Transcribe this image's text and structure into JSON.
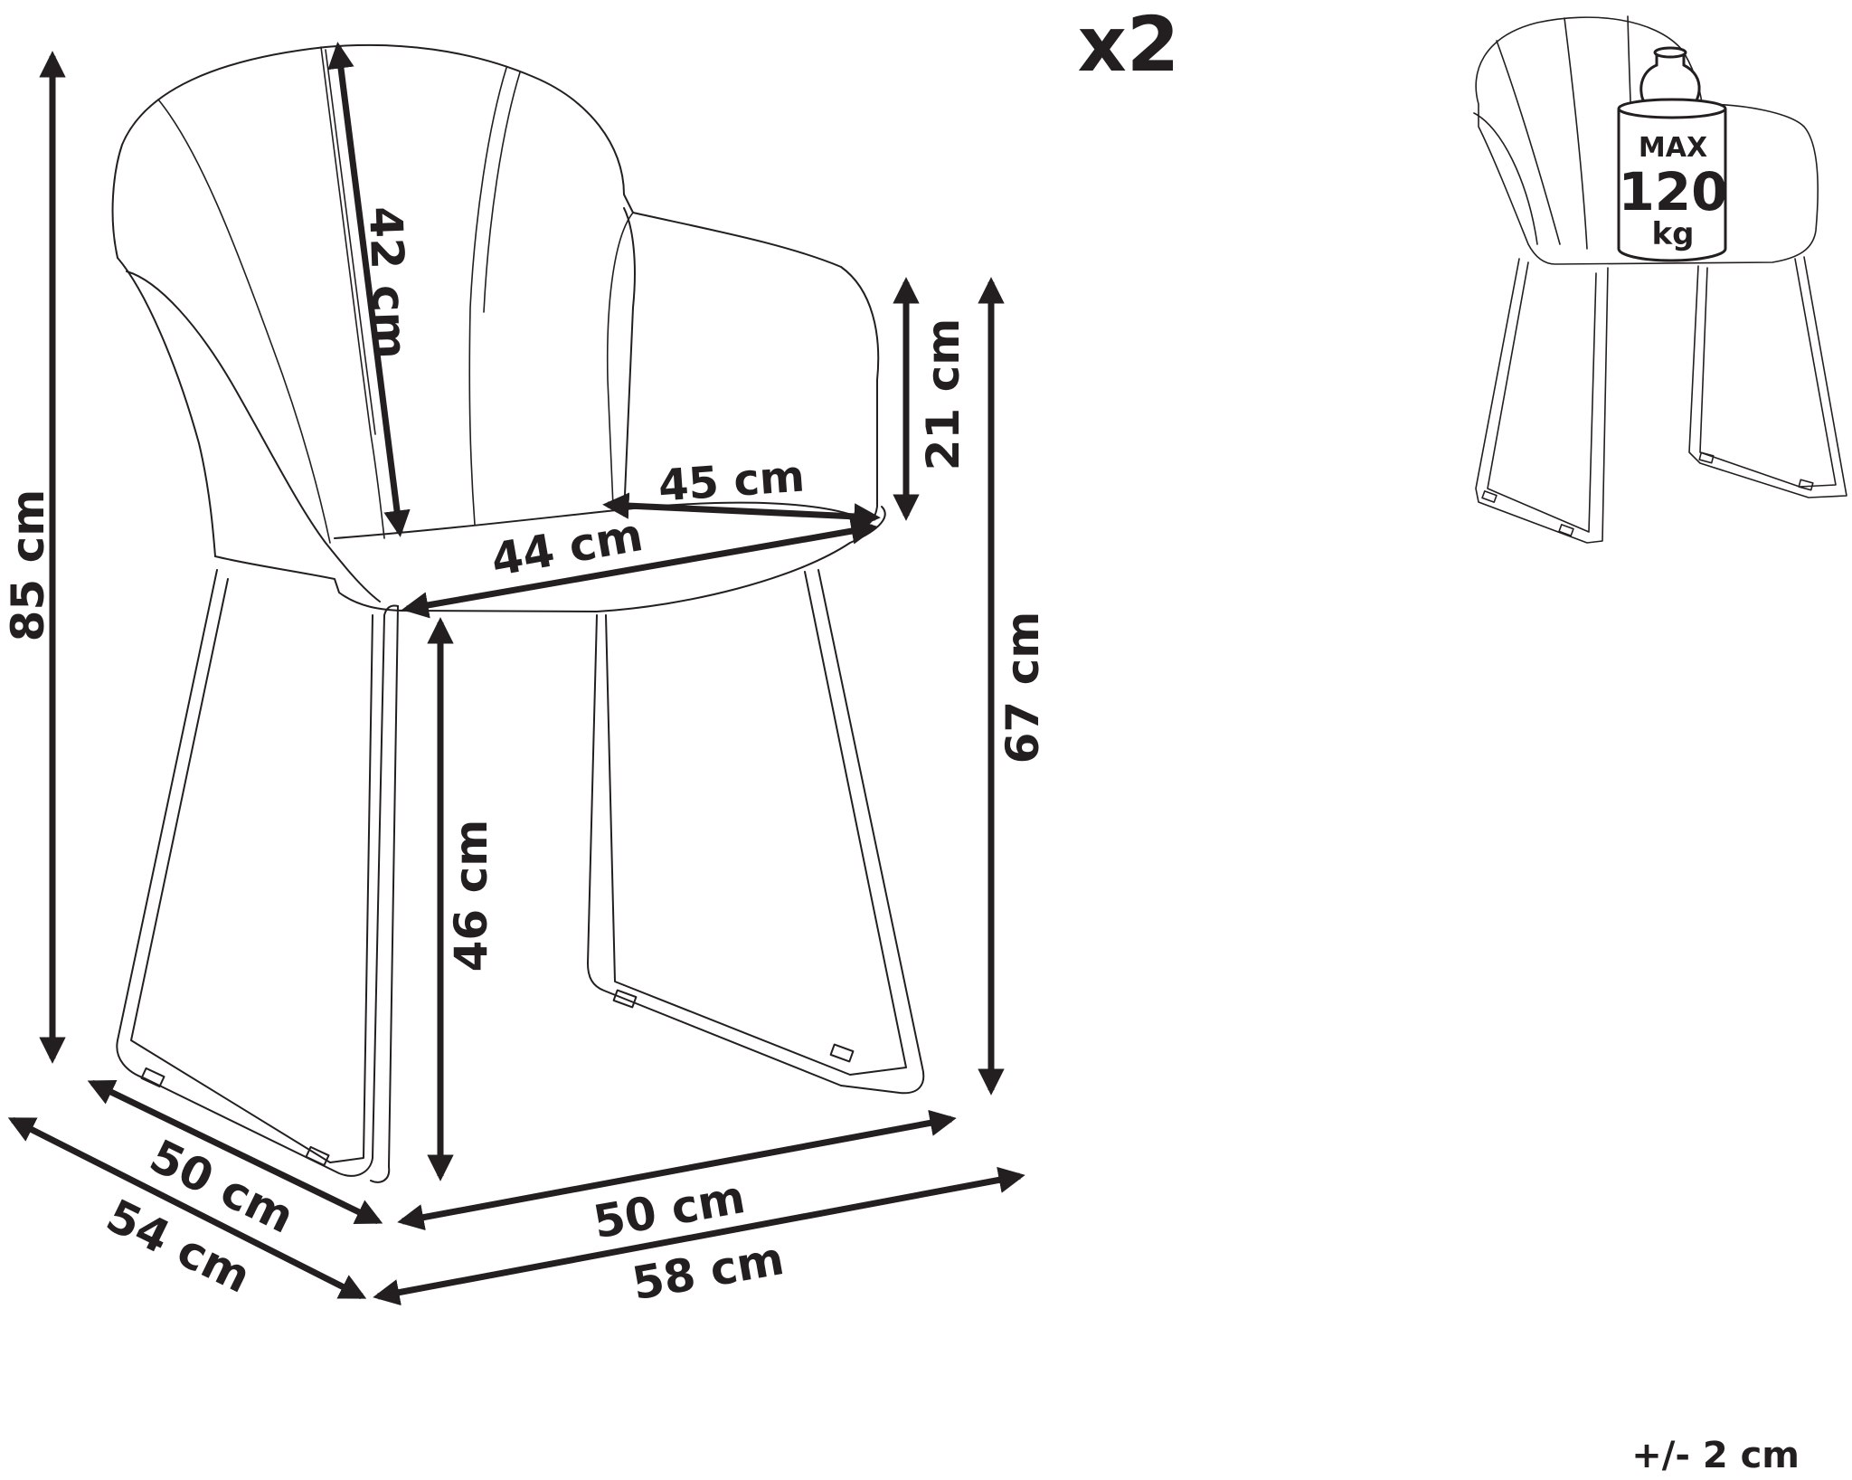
{
  "quantity": "x2",
  "tolerance": "+/- 2 cm",
  "max_load": {
    "line1": "MAX",
    "line2": "120",
    "line3": "kg"
  },
  "dimensions": {
    "total_height": "85 cm",
    "backrest_height": "42 cm",
    "armrest_height": "21 cm",
    "arm_height": "67 cm",
    "seat_height": "46 cm",
    "seat_depth": "44 cm",
    "seat_width": "45 cm",
    "base_depth": "50 cm",
    "total_depth": "54 cm",
    "base_width": "50 cm",
    "total_width": "58 cm"
  }
}
